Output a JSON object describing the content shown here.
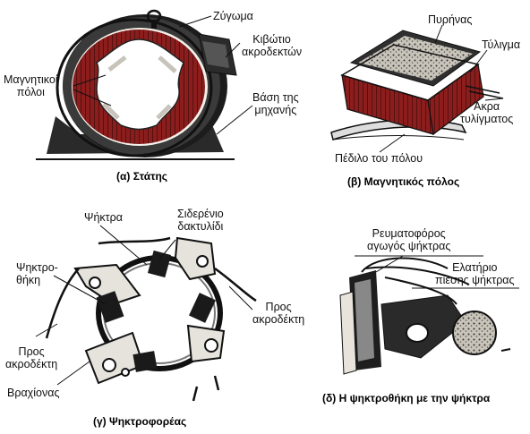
{
  "panel_a": {
    "caption": "(α) Στάτης",
    "labels": {
      "yoke": "Ζύγωμα",
      "terminal_box": "Κιβώτιο\nακροδεκτών",
      "magnetic_poles": "Μαγνητικοί\nπόλοι",
      "machine_base": "Βάση της\nμηχανής"
    }
  },
  "panel_b": {
    "caption": "(β)  Μαγνητικός πόλος",
    "labels": {
      "core": "Πυρήνας",
      "winding": "Τύλιγμα",
      "winding_ends": "Άκρα\nτυλίγματος",
      "pole_shoe": "Πέδιλο του πόλου"
    }
  },
  "panel_c": {
    "caption": "(γ) Ψηκτροφορέας",
    "labels": {
      "brush": "Ψήκτρα",
      "iron_ring": "Σιδερένιο\nδακτυλίδι",
      "brush_holder": "Ψηκτρο-\nθήκη",
      "to_terminal_right": "Προς\nακροδέκτη",
      "to_terminal_left": "Προς\nακροδέκτη",
      "arm": "Βραχίονας"
    }
  },
  "panel_d": {
    "caption": "(δ)  Η ψηκτροθήκη με την ψήκτρα",
    "labels": {
      "brush_lead": "Ρευματοφόρος\nαγωγός ψήκτρας",
      "pressure_spring": "Ελατήριο\nπίεσης ψήκτρας"
    }
  },
  "colors": {
    "winding_red": "#8b1d1d",
    "ink": "#111111",
    "paper": "#ffffff"
  }
}
